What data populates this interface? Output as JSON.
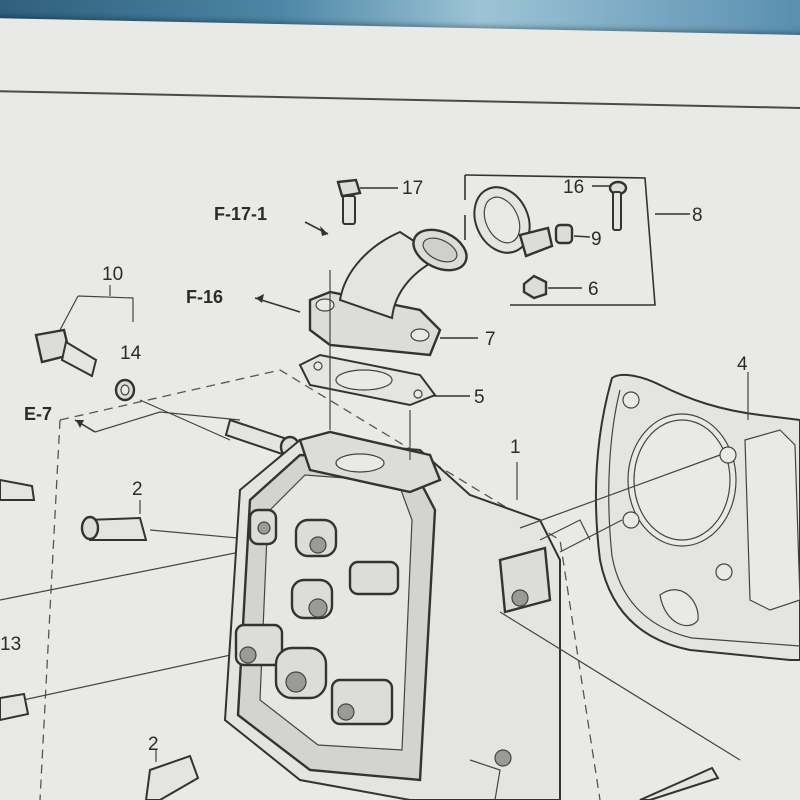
{
  "labels": {
    "p17": "17",
    "p16": "16",
    "p8": "8",
    "p9": "9",
    "p6": "6",
    "p7": "7",
    "p5": "5",
    "p10": "10",
    "p14": "14",
    "p4": "4",
    "p1": "1",
    "p2a": "2",
    "p2b": "2",
    "p13": "13",
    "ref_f17_1": "F-17-1",
    "ref_f16": "F-16",
    "ref_e7": "E-7"
  },
  "colors": {
    "paper": "#e9eae6",
    "ink": "#2b2b2b",
    "background": "#3e6f8c"
  }
}
